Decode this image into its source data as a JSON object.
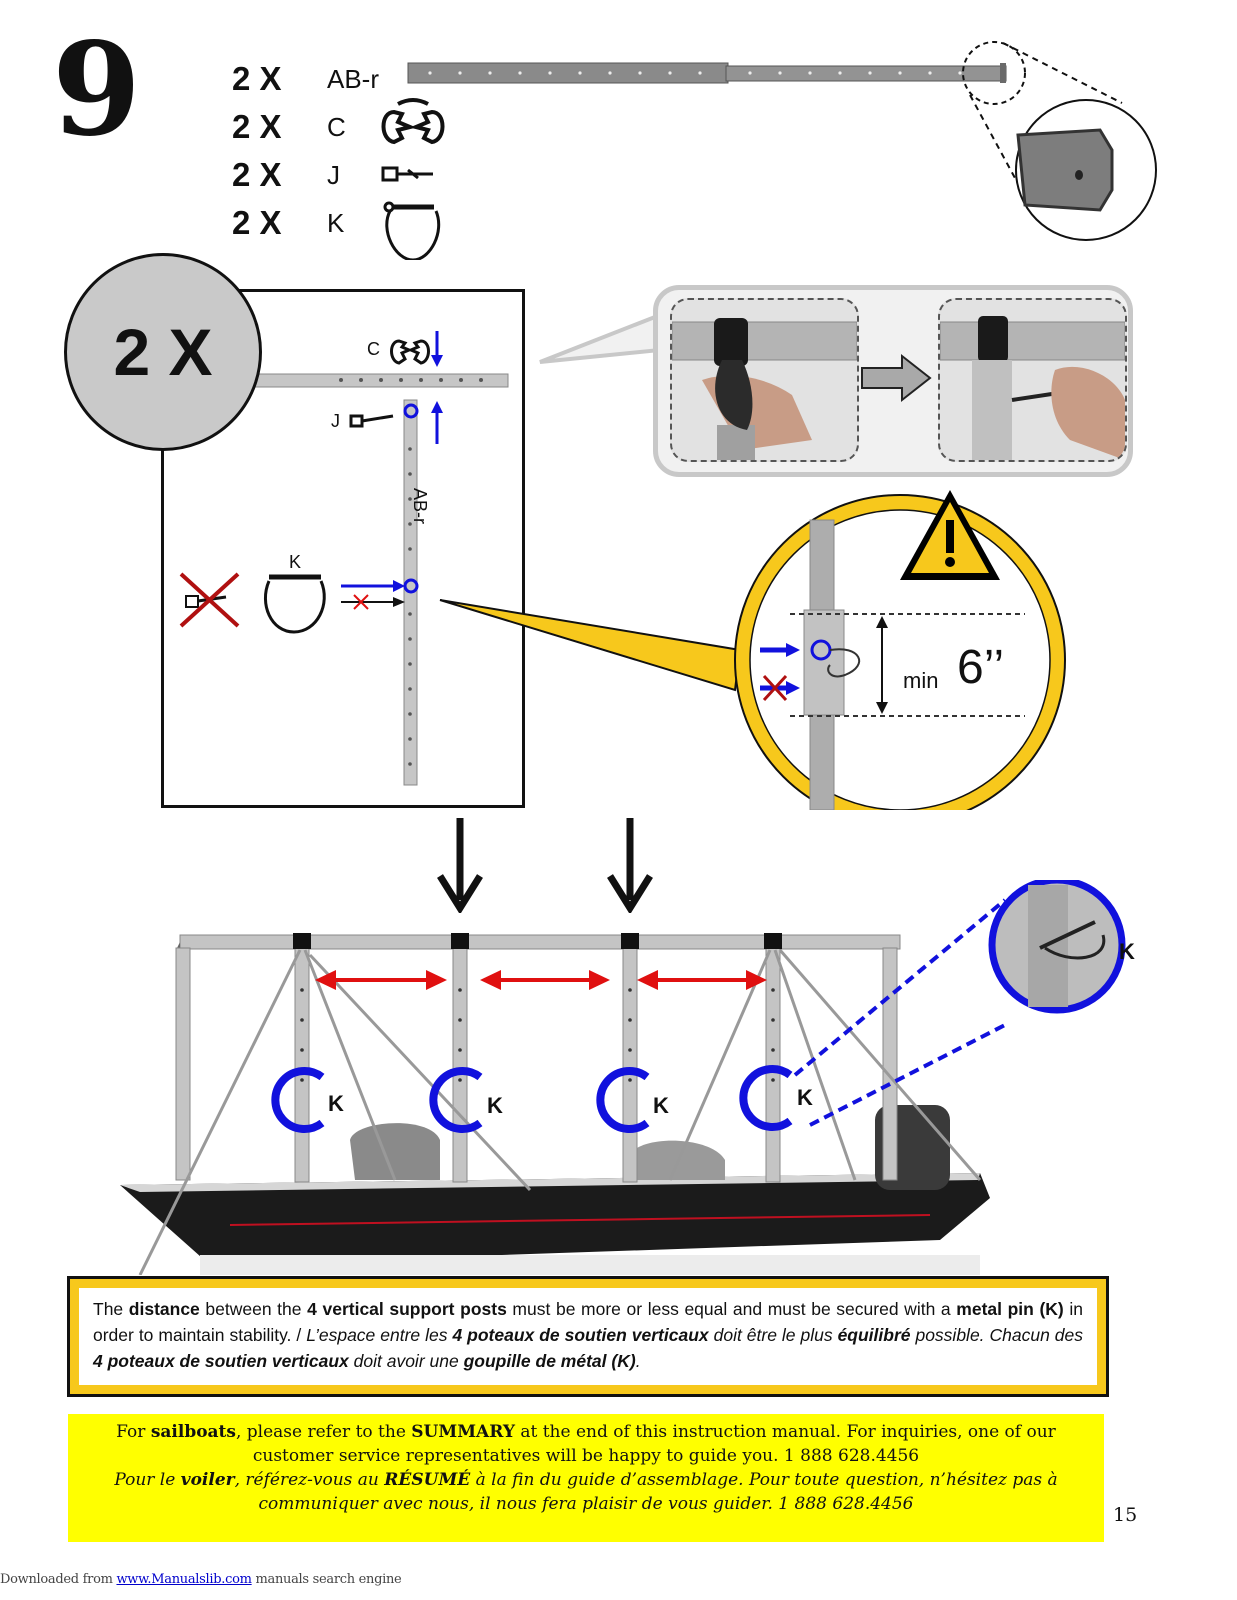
{
  "step": {
    "number": "9"
  },
  "parts": [
    {
      "qty": "2 X",
      "code": "AB-r",
      "icon": "tube-icon"
    },
    {
      "qty": "2 X",
      "code": "C",
      "icon": "clamp-icon"
    },
    {
      "qty": "2 X",
      "code": "J",
      "icon": "pin-icon"
    },
    {
      "qty": "2 X",
      "code": "K",
      "icon": "lynch-pin-icon"
    }
  ],
  "detail": {
    "qty_badge": "2 X",
    "label_c": "C",
    "label_j": "J",
    "label_abr": "AB-r",
    "label_k": "K"
  },
  "warning": {
    "min_label": "min",
    "min_value": "6’’"
  },
  "boat_labels": {
    "k1": "K",
    "k2": "K",
    "k3": "K",
    "k4": "K",
    "k_zoom": "K"
  },
  "note": {
    "en_1": "The ",
    "en_2": "distance",
    "en_3": " between the ",
    "en_4": "4 vertical support posts",
    "en_5": " must be more or less equal and must be secured with a ",
    "en_6": "metal pin (K)",
    "en_7": " in order to maintain stability. / ",
    "fr_1": "L’espace entre les ",
    "fr_2": "4 poteaux de soutien verticaux",
    "fr_3": " doit être le plus ",
    "fr_4": "équilibré",
    "fr_5": " possible. Chacun des ",
    "fr_6": "4 poteaux de soutien verticaux",
    "fr_7": " doit avoir une ",
    "fr_8": "goupille de métal (K)",
    "fr_9": "."
  },
  "sailboat": {
    "en_1": "For ",
    "en_2": "sailboats",
    "en_3": ", please refer to the ",
    "en_4": "SUMMARY",
    "en_5": " at the end of this instruction manual. For inquiries, one of our customer service representatives will be happy to guide you. 1 888 628.4456",
    "fr_1": "Pour le ",
    "fr_2": "voiler",
    "fr_3": ", référez-vous au ",
    "fr_4": "RÉSUMÉ",
    "fr_5": " à la fin du guide d’assemblage. Pour toute question, n’hésitez pas à communiquer avec nous, il nous fera plaisir de vous guider. 1 888 628.4456"
  },
  "page_number": "15",
  "footer": {
    "prefix": "Downloaded from ",
    "link": "www.Manualslib.com",
    "suffix": " manuals search engine"
  },
  "colors": {
    "arrow_blue": "#1111dd",
    "arrow_red": "#e01010",
    "warning_yellow": "#f7c81c",
    "note_yellow": "#ffff00"
  }
}
